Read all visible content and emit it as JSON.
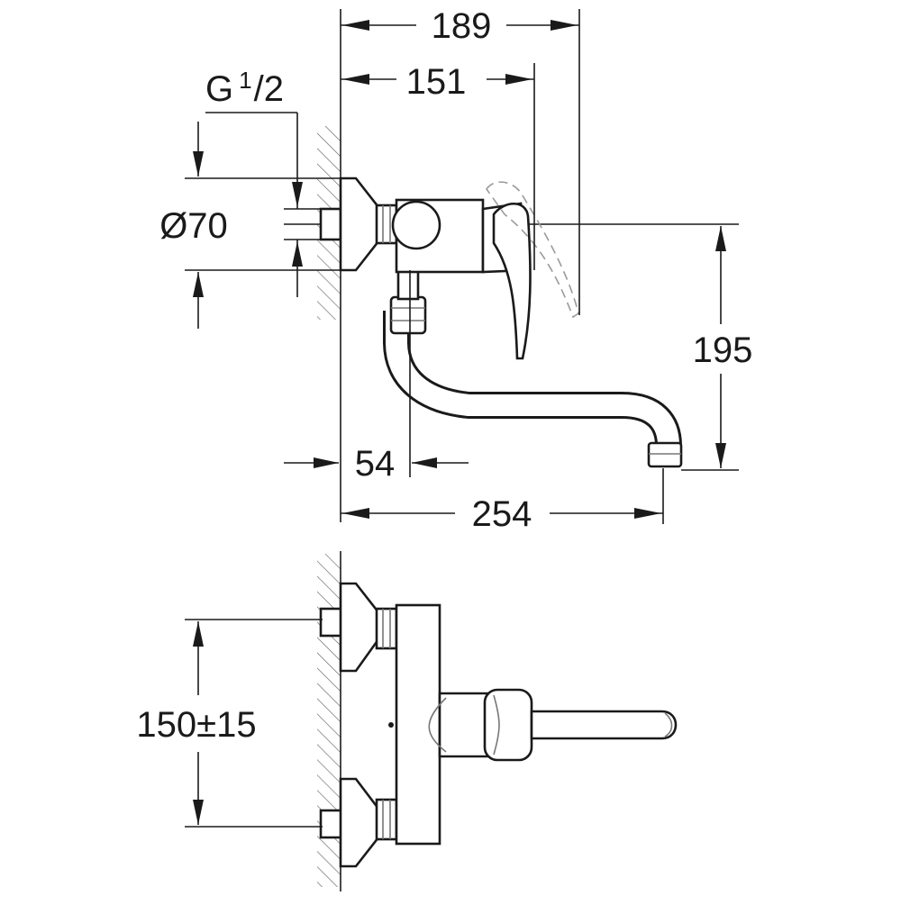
{
  "dimensions": {
    "overall_depth": "189",
    "lever_depth": "151",
    "thread": "G",
    "thread_sup": "1",
    "thread_sub": "/2",
    "rosette_diameter": "Ø70",
    "outlet_height": "195",
    "wall_to_spout_axis": "54",
    "spout_reach": "254",
    "connection_spacing": "150±15"
  },
  "icons": {
    "wall_hatch": "wall-hatch-icon",
    "faucet_side": "faucet-side-view-icon",
    "faucet_top": "faucet-top-view-icon"
  },
  "colors": {
    "line": "#1a1a1a",
    "background": "#ffffff",
    "ghost": "#9a9a9a"
  }
}
